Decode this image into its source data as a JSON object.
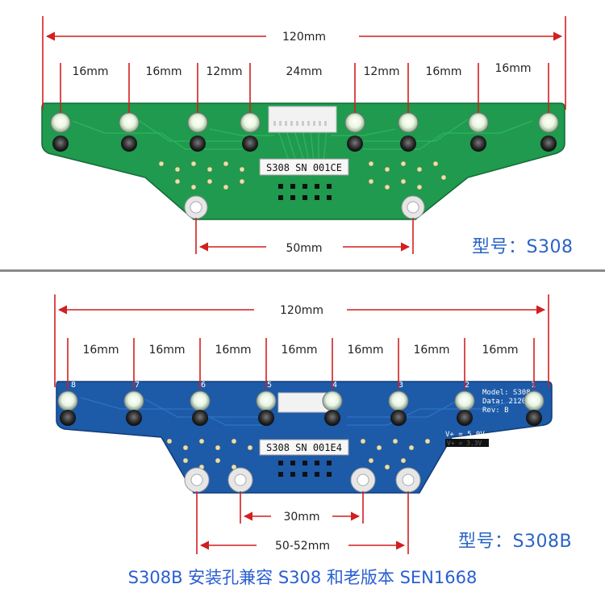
{
  "top": {
    "total_width": "120mm",
    "spacings": [
      "16mm",
      "16mm",
      "12mm",
      "24mm",
      "12mm",
      "16mm",
      "16mm"
    ],
    "hole_spacing": "50mm",
    "sticker": "S308  SN 001CE",
    "model": "型号：S308",
    "board_color": "#1f9a4e"
  },
  "bottom": {
    "total_width": "120mm",
    "spacings": [
      "16mm",
      "16mm",
      "16mm",
      "16mm",
      "16mm",
      "16mm",
      "16mm"
    ],
    "hole_spacing_inner": "30mm",
    "hole_spacing_outer": "50-52mm",
    "sticker": "S308  SN 001E4",
    "model": "型号：S308B",
    "board_info": [
      "Model: S308",
      "Data: 2120",
      "Rev: B"
    ],
    "voltage_1": "V+ = 5.0V",
    "voltage_2": "V+ = 3.3V",
    "channel_numbers": [
      "8",
      "7",
      "6",
      "5",
      "4",
      "3",
      "2",
      "1"
    ],
    "board_color": "#1d5aa8"
  },
  "caption": "S308B 安装孔兼容 S308 和老版本 SEN1668",
  "colors": {
    "dimension_line": "#d21f1f",
    "label_blue": "#2a64c6"
  }
}
